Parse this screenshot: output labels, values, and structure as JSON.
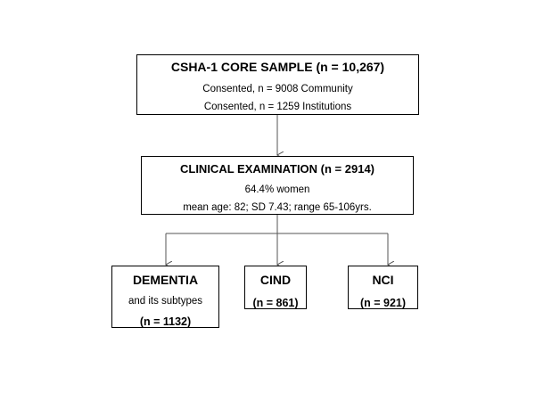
{
  "top_box": {
    "title": "CSHA-1 CORE SAMPLE  (n = 10,267)",
    "line1": "Consented, n = 9008 Community",
    "line2": "Consented,  n = 1259 Institutions"
  },
  "middle_box": {
    "title": "CLINICAL  EXAMINATION (n = 2914)",
    "line1": "64.4% women",
    "line2": "mean age: 82; SD 7.43; range 65-106yrs."
  },
  "dementia_box": {
    "title": "DEMENTIA",
    "line1": "and its subtypes",
    "n": "(n = 1132)"
  },
  "cind_box": {
    "title": "CIND",
    "n": "(n = 861)"
  },
  "nci_box": {
    "title": "NCI",
    "n": "(n = 921)"
  },
  "colors": {
    "line": "#555555",
    "border": "#000000",
    "background": "#ffffff"
  }
}
